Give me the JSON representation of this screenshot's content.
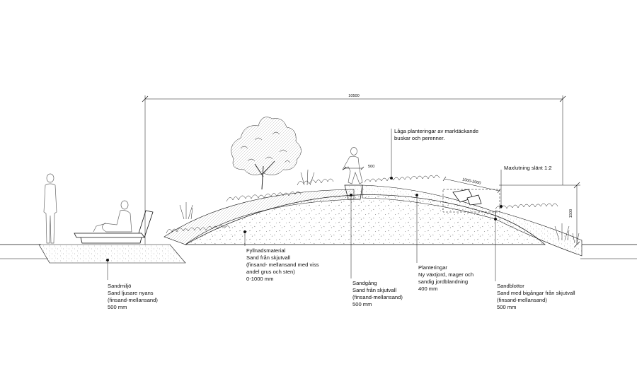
{
  "dimensions": {
    "overall_width": "10500",
    "path_width": "500",
    "slope_span": "1000-2000",
    "height": "1500"
  },
  "callouts": [
    {
      "id": "sandmiljo",
      "lines": [
        "Sandmiljö",
        "Sand ljusare nyans",
        "(finsand-mellansand)",
        "500 mm"
      ]
    },
    {
      "id": "fyllnadsmaterial",
      "lines": [
        "Fyllnadsmaterial",
        "Sand från skjutvall",
        "(finsand- mellansand med viss",
        "andel grus och sten)",
        "0-1000 mm"
      ]
    },
    {
      "id": "sandgang",
      "lines": [
        "Sandgång",
        "Sand från skjutvall",
        "(finsand-mellansand)",
        "500 mm"
      ]
    },
    {
      "id": "planteringar",
      "lines": [
        "Planteringar",
        "Ny växtjord, mager och",
        "sandig jordblandning",
        "400 mm"
      ]
    },
    {
      "id": "sandblottor",
      "lines": [
        "Sandblottor",
        "Sand med bigångar från skjutvall",
        "(finsand-mellansand)",
        "500 mm"
      ]
    },
    {
      "id": "laga-planteringar",
      "lines": [
        "Låga planteringar av marktäckande",
        "buskar och perenner."
      ]
    },
    {
      "id": "maxlutning",
      "lines": [
        "Maxlutning slänt 1:2"
      ]
    }
  ]
}
